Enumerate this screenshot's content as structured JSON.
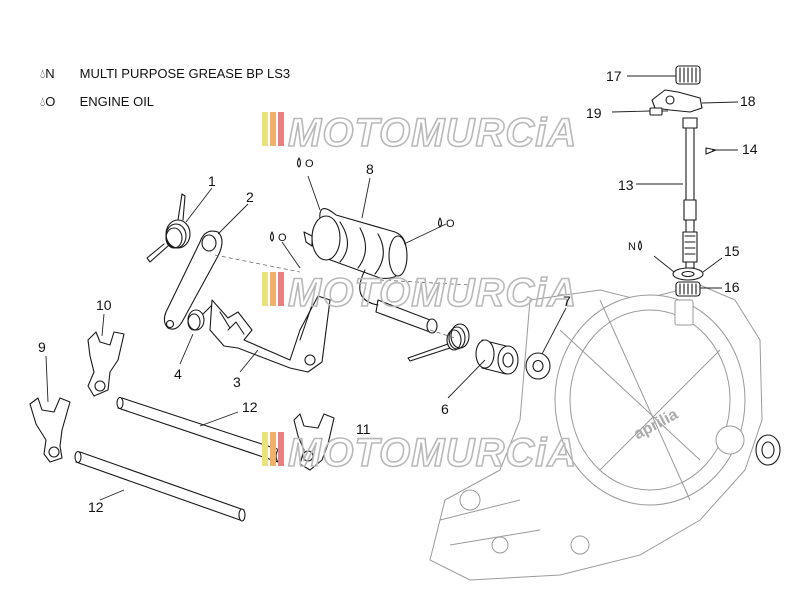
{
  "legend": [
    {
      "symbol": "N",
      "text": "MULTI PURPOSE GREASE BP LS3"
    },
    {
      "symbol": "O",
      "text": "ENGINE OIL"
    }
  ],
  "watermark": "MOTOMURCiA",
  "cover_logo": "aprilia",
  "callouts": {
    "p1": "1",
    "p2": "2",
    "p3": "3",
    "p4": "4",
    "p6": "6",
    "p7": "7",
    "p8": "8",
    "p9": "9",
    "p10": "10",
    "p11": "11",
    "p12a": "12",
    "p12b": "12",
    "p13": "13",
    "p14": "14",
    "p15": "15",
    "p16": "16",
    "p17": "17",
    "p18": "18",
    "p19": "19"
  },
  "lube_marks": {
    "m8": "O",
    "m8b": "O",
    "m2": "O",
    "m15": "N"
  },
  "colors": {
    "watermark_stripe_1": "#e9e27a",
    "watermark_stripe_2": "#f0b06a",
    "watermark_stripe_3": "#e88080",
    "watermark_outline": "#b9b9b9"
  }
}
